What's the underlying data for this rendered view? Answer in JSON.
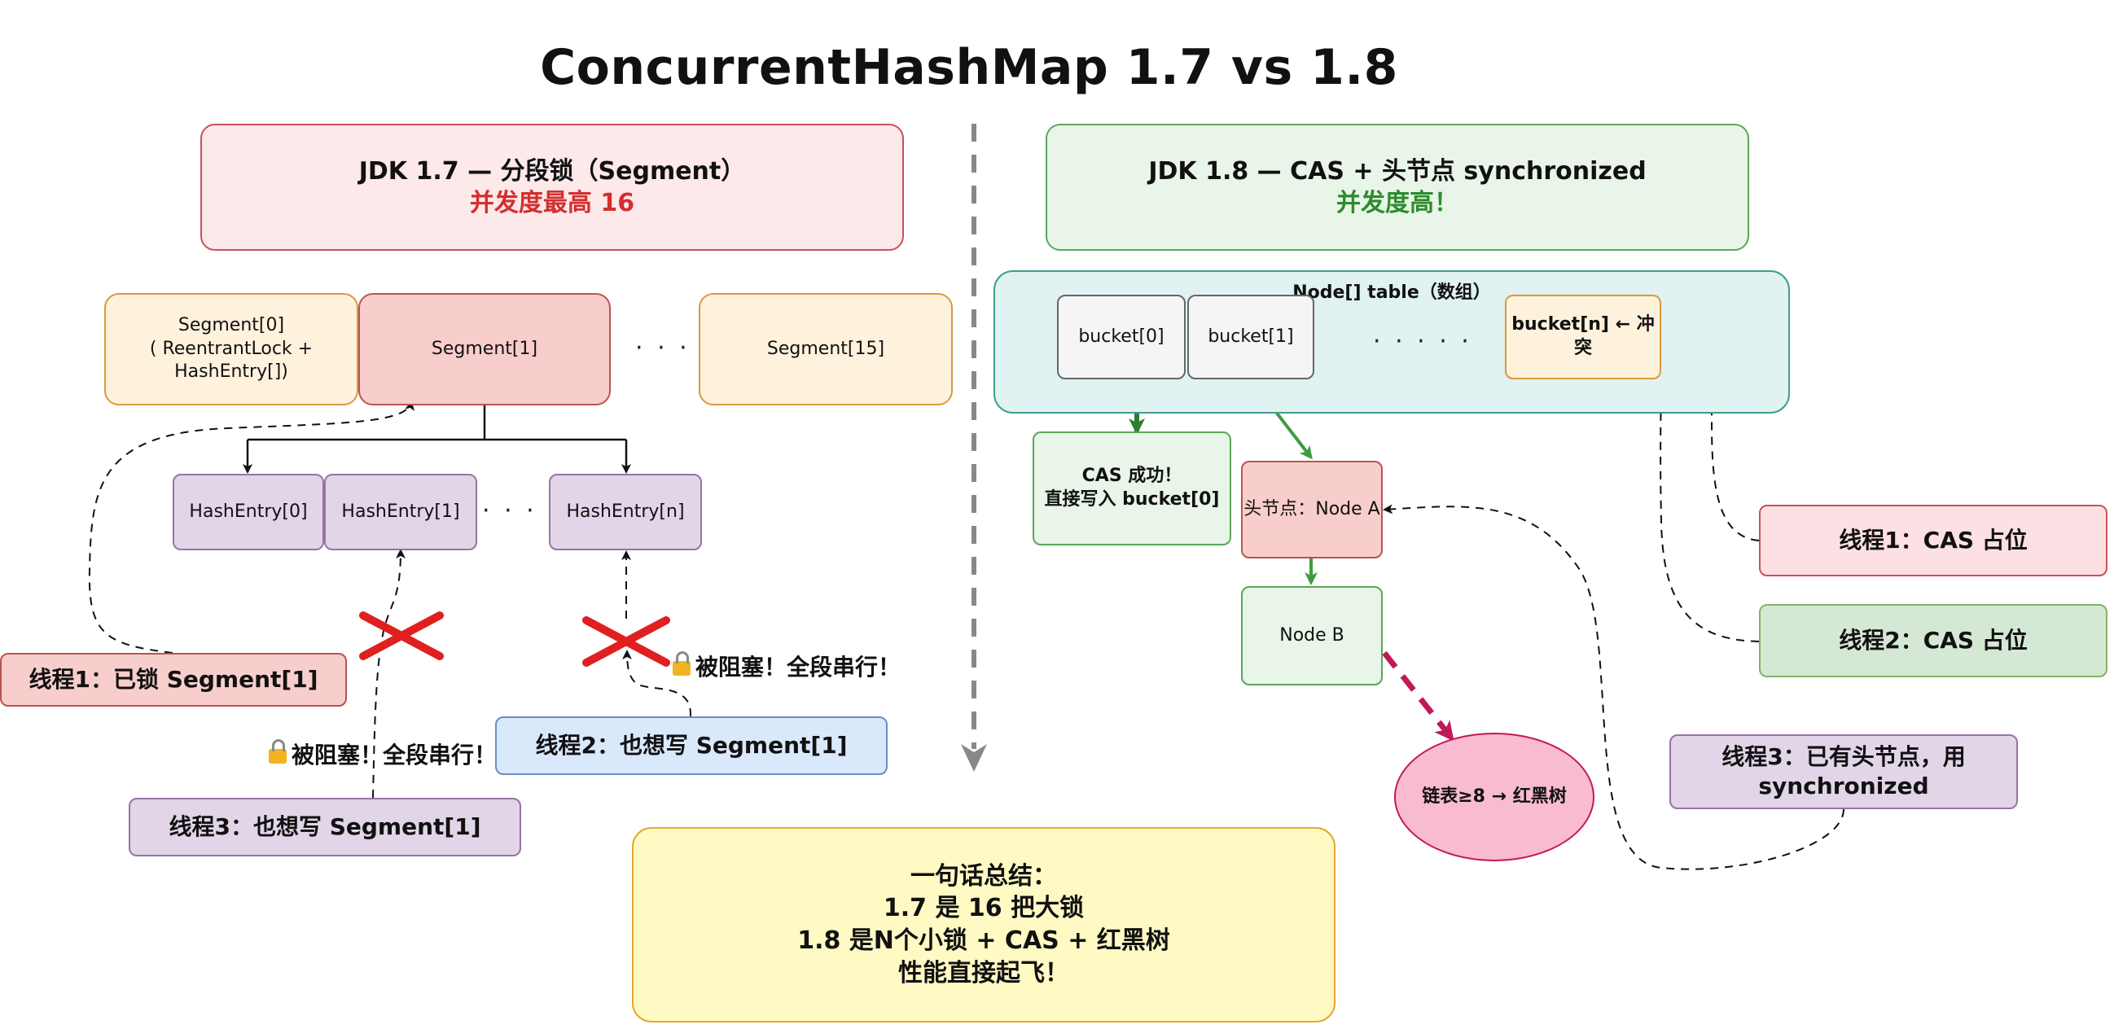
{
  "title": "ConcurrentHashMap 1.7 vs 1.8",
  "jdk17": {
    "header_title": "JDK 1.7 — 分段锁（Segment）",
    "header_sub": "并发度最高 16",
    "segment0_line1": "Segment[0]",
    "segment0_line2": "( ReentrantLock + HashEntry[])",
    "segment1": "Segment[1]",
    "segment_dots": "· · · · ·",
    "segment15": "Segment[15]",
    "entry0": "HashEntry[0]",
    "entry1": "HashEntry[1]",
    "entry_dots": "· · · · ·",
    "entryn": "HashEntry[n]",
    "blocked_label_right": "被阻塞！全段串行！",
    "blocked_label_left": "被阻塞！全段串行！",
    "thread1": "线程1：已锁 Segment[1]",
    "thread2": "线程2：也想写 Segment[1]",
    "thread3": "线程3：也想写 Segment[1]"
  },
  "jdk18": {
    "header_title": "JDK 1.8 — CAS + 头节点 synchronized",
    "header_sub": "并发度高！",
    "table_label": "Node[] table（数组）",
    "bucket0": "bucket[0]",
    "bucket1": "bucket[1]",
    "bucket_dots": "· · · · ·",
    "bucketn": "bucket[n] ← 冲突",
    "cas_success_line1": "CAS 成功！",
    "cas_success_line2": "直接写入 bucket[0]",
    "head_node": "头节点：Node A",
    "node_b": "Node B",
    "red_black_tree": "链表≥8 → 红黑树",
    "thread1": "线程1：CAS 占位",
    "thread2": "线程2：CAS 占位",
    "thread3_line1": "线程3：已有头节点，用",
    "thread3_line2": "synchronized"
  },
  "summary": {
    "line1": "一句话总结：",
    "line2": "1.7 是 16 把大锁",
    "line3": "1.8 是N个小锁 + CAS + 红黑树",
    "line4": "性能直接起飞！"
  },
  "colors": {
    "pink_fill": "#fde8ea",
    "pink_border": "#c9505a",
    "green_fill": "#e8f5e8",
    "green_border": "#5aa65a",
    "orange_fill": "#fff2dd",
    "orange_border": "#d89a3c",
    "segment_active_fill": "#f8cecc",
    "segment_active_border": "#b85450",
    "purple_fill": "#e1d5e7",
    "purple_border": "#9673a6",
    "teal_fill": "#e0f2f1",
    "teal_border": "#3f9c8f",
    "blue_fill": "#dae8fc",
    "blue_border": "#6c8ebf",
    "yellow_fill": "#fff9c4",
    "yellow_border": "#e5a72e",
    "tree_fill": "#f8bbd0",
    "tree_border": "#c2185b",
    "arrow_green": "#3f9c3f",
    "arrow_dark_green": "#2e7d32",
    "cross_red": "#e02020",
    "dash_magenta": "#c2185b"
  }
}
